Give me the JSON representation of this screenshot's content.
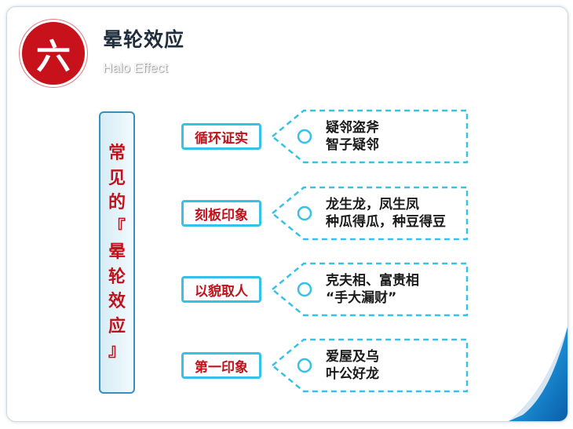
{
  "header": {
    "number": "六",
    "title": "晕轮效应",
    "subtitle": "Halo Effect"
  },
  "sidebar_heading": {
    "chars": [
      "常",
      "见",
      "的",
      "『",
      "晕",
      "轮",
      "效",
      "应",
      "』"
    ]
  },
  "rows": [
    {
      "category": "循环证实",
      "lines": [
        "疑邻盗斧",
        "智子疑邻"
      ]
    },
    {
      "category": "刻板印象",
      "lines": [
        "龙生龙，凤生凤",
        "种瓜得瓜，种豆得豆"
      ]
    },
    {
      "category": "以貌取人",
      "lines": [
        "克夫相、富贵相",
        "“手大漏财”"
      ]
    },
    {
      "category": "第一印象",
      "lines": [
        "爱屋及乌",
        "叶公好龙"
      ]
    }
  ],
  "colors": {
    "badge_red": "#c8121b",
    "accent_cyan": "#35c2e6",
    "category_text": "#c0121c",
    "vertical_border": "#3a8fb7"
  }
}
